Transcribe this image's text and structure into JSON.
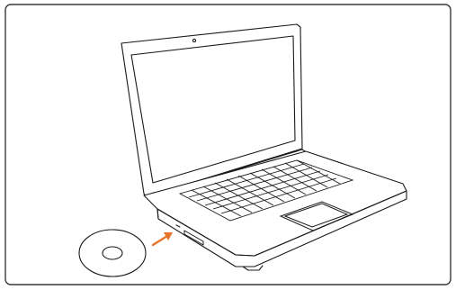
{
  "diagram": {
    "subject": "laptop-with-optical-drive",
    "items": [
      {
        "name": "laptop",
        "icon": "laptop-icon"
      },
      {
        "name": "disc",
        "icon": "cd-disc-icon"
      },
      {
        "name": "insert-arrow",
        "icon": "arrow-icon"
      }
    ],
    "colors": {
      "stroke": "#1a1a1a",
      "arrow": "#e8732a",
      "frame": "#3a3a3a",
      "background": "#ffffff"
    }
  }
}
